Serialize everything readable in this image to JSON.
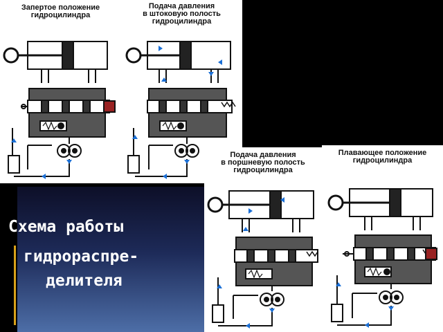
{
  "panels": [
    {
      "caption": "Запертое положение\nгидроцилиндра"
    },
    {
      "caption": "Подача давления\nв штоковую полость\nгидроцилиндра"
    },
    {
      "caption": "Подача давления\nв поршневую полость\nгидроцилиндра"
    },
    {
      "caption": "Плавающее положение\nгидроцилиндра"
    }
  ],
  "slide": {
    "title_line1": "Схема работы",
    "title_line2": "гидрораспре-",
    "title_line3": "делителя"
  },
  "colors": {
    "flow_arrow": "#1a6fd6",
    "slide_accent": "#d9a21a",
    "ink": "#111111"
  }
}
